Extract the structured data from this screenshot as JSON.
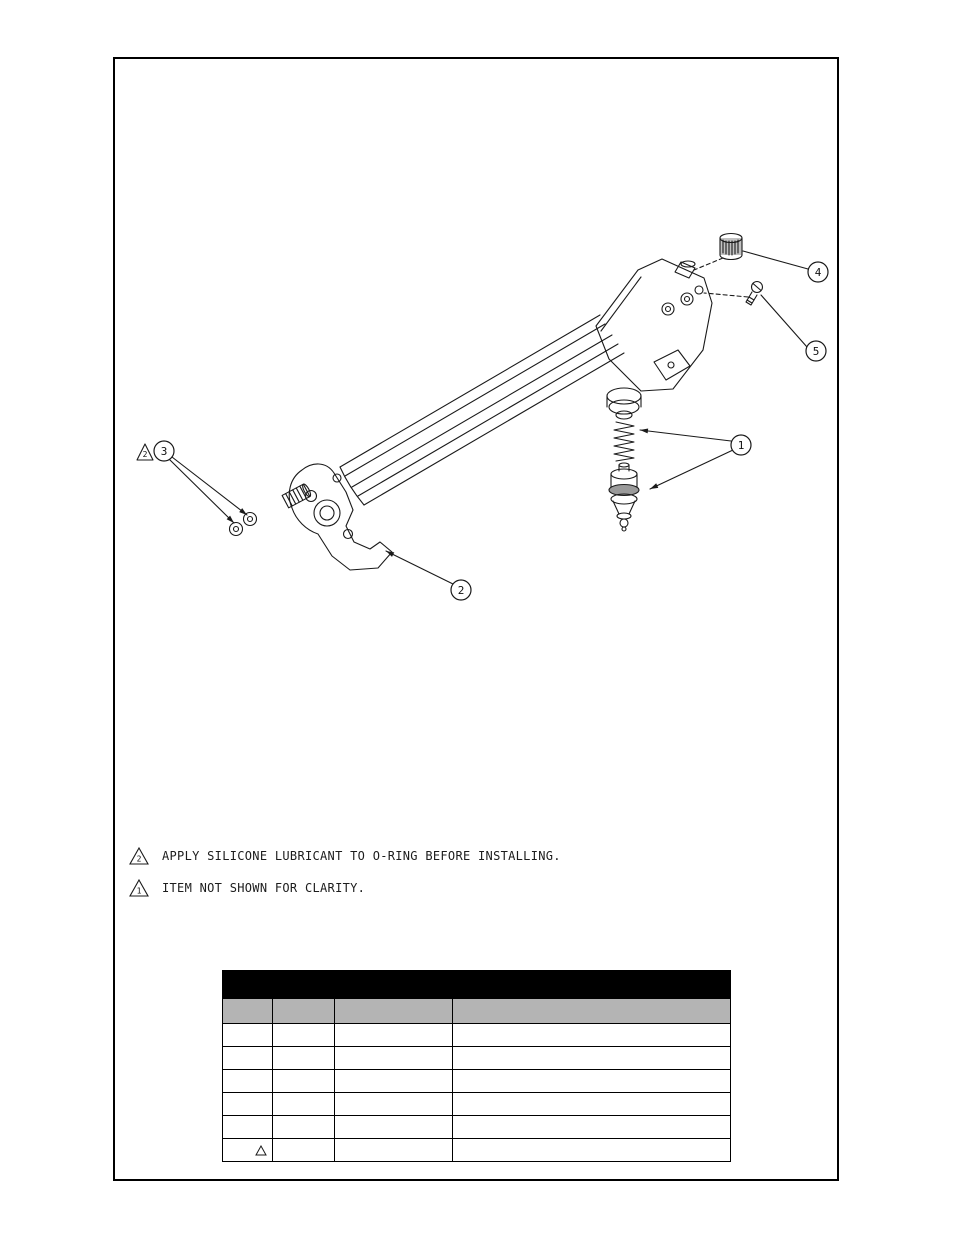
{
  "page": {
    "type": "technical-manual-parts-page"
  },
  "diagram": {
    "description": "exploded-view-of-torch-barrel-assembly",
    "callouts": [
      {
        "id": "callout-1",
        "number": "1"
      },
      {
        "id": "callout-2",
        "number": "2"
      },
      {
        "id": "callout-3",
        "number": "3"
      },
      {
        "id": "callout-4",
        "number": "4"
      },
      {
        "id": "callout-5",
        "number": "5"
      }
    ],
    "callout_3_flag": "2"
  },
  "notes": [
    {
      "flag": "2",
      "text": "APPLY SILICONE LUBRICANT TO O-RING BEFORE INSTALLING."
    },
    {
      "flag": "1",
      "text": "ITEM NOT SHOWN FOR CLARITY."
    }
  ],
  "parts_table": {
    "title": "",
    "columns": [
      {
        "label": ""
      },
      {
        "label": ""
      },
      {
        "label": ""
      },
      {
        "label": ""
      }
    ],
    "rows": [
      {
        "cells": [
          "",
          "",
          "",
          ""
        ],
        "flag": ""
      },
      {
        "cells": [
          "",
          "",
          "",
          ""
        ],
        "flag": ""
      },
      {
        "cells": [
          "",
          "",
          "",
          ""
        ],
        "flag": ""
      },
      {
        "cells": [
          "",
          "",
          "",
          ""
        ],
        "flag": ""
      },
      {
        "cells": [
          "",
          "",
          "",
          ""
        ],
        "flag": ""
      },
      {
        "cells": [
          "",
          "",
          "",
          ""
        ],
        "flag": "triangle"
      }
    ],
    "colors": {
      "header_bar": "#000000",
      "subheader": "#b4b4b4",
      "border": "#000000"
    }
  }
}
